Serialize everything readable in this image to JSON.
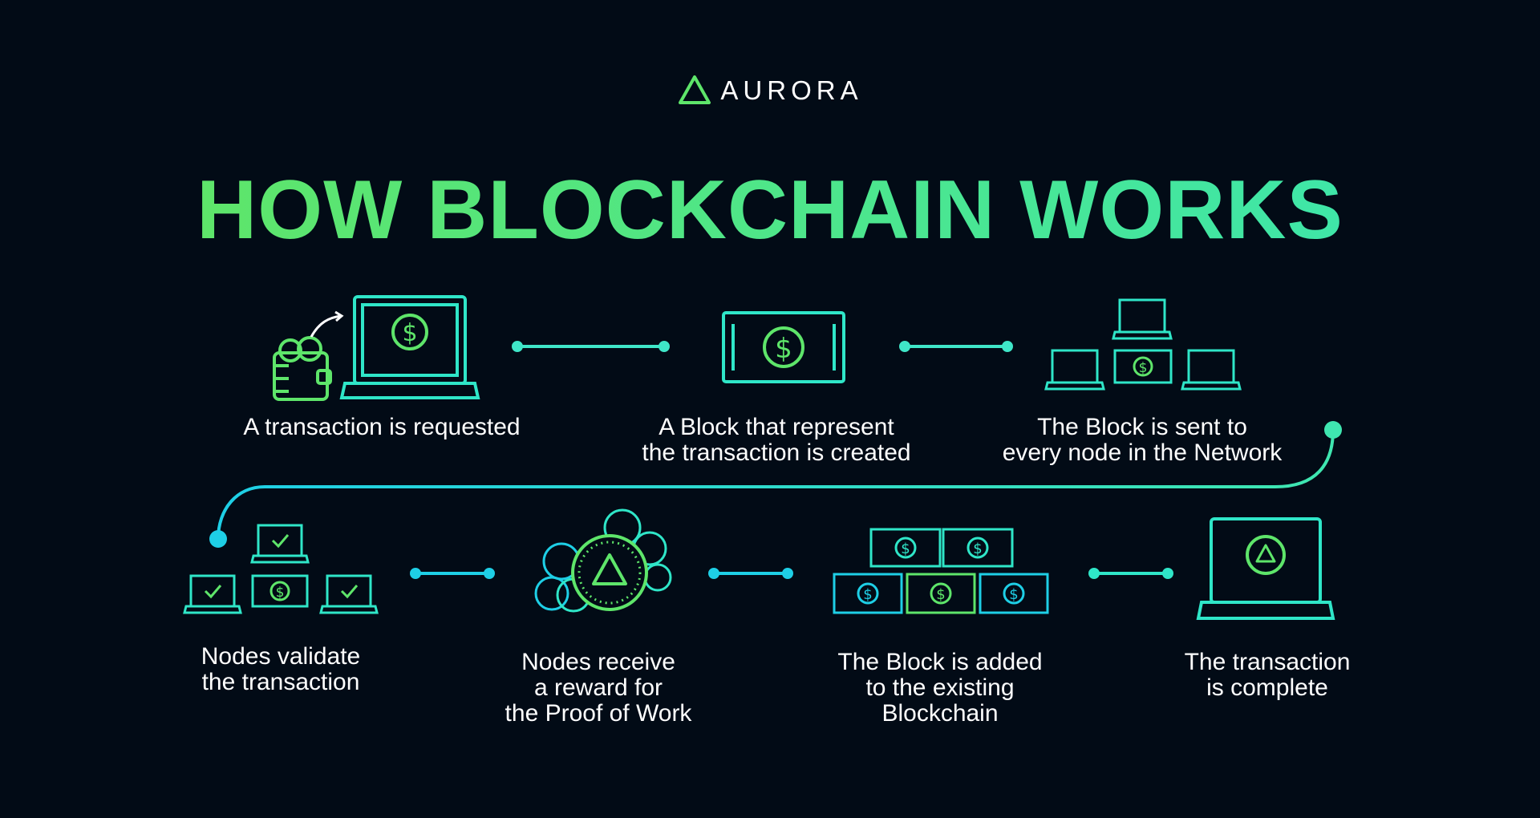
{
  "brand": {
    "name": "AURORA",
    "logo_icon": "triangle-logo-icon"
  },
  "title": "HOW BLOCKCHAIN WORKS",
  "colors": {
    "background": "#020b16",
    "green": "#5ee56a",
    "teal": "#3fe6b0",
    "cyan": "#1ecfe6"
  },
  "steps": [
    {
      "label": "A transaction is requested",
      "icon": "wallet-laptop-icon"
    },
    {
      "label": "A Block that represent\nthe transaction is created",
      "icon": "money-block-icon"
    },
    {
      "label": "The Block is sent to\nevery node in the Network",
      "icon": "network-nodes-icon"
    },
    {
      "label": "Nodes validate\nthe transaction",
      "icon": "validated-nodes-icon"
    },
    {
      "label": "Nodes receive\na reward for\nthe Proof of Work",
      "icon": "coins-reward-icon"
    },
    {
      "label": "The Block is added\nto the existing\nBlockchain",
      "icon": "blockchain-stack-icon"
    },
    {
      "label": "The transaction\nis complete",
      "icon": "complete-laptop-icon"
    }
  ]
}
